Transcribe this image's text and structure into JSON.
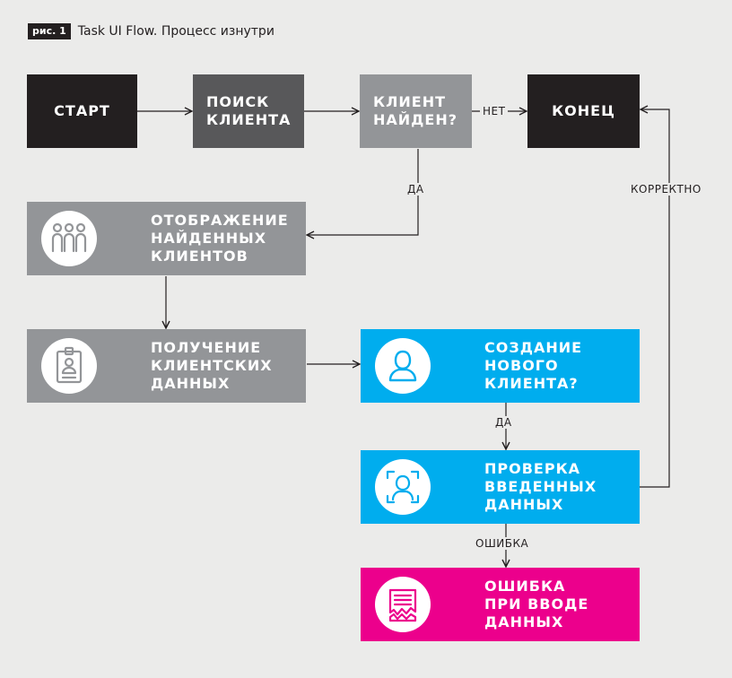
{
  "caption": {
    "tag": "рис. 1",
    "title": "Task UI Flow. Процесс изнутри"
  },
  "colors": {
    "black": "#231f20",
    "dark_gray": "#58585a",
    "gray": "#939598",
    "cyan": "#00adee",
    "magenta": "#ec008c",
    "line": "#231f20",
    "background": "#ebebea"
  },
  "nodes": {
    "start": {
      "label": "СТАРТ"
    },
    "search_client": {
      "label": "ПОИСК\nКЛИЕНТА"
    },
    "client_found": {
      "label": "КЛИЕНТ\nНАЙДЕН?"
    },
    "end": {
      "label": "КОНЕЦ"
    },
    "display_found": {
      "label": "ОТОБРАЖЕНИЕ\nНАЙДЕННЫХ\nКЛИЕНТОВ",
      "icon": "group-of-people-icon"
    },
    "get_client_data": {
      "label": "ПОЛУЧЕНИЕ\nКЛИЕНТСКИХ\nДАННЫХ",
      "icon": "id-badge-icon"
    },
    "create_client": {
      "label": "СОЗДАНИЕ\nНОВОГО\nКЛИЕНТА?",
      "icon": "user-silhouette-icon"
    },
    "check_data": {
      "label": "ПРОВЕРКА\nВВЕДЕННЫХ\nДАННЫХ",
      "icon": "face-scan-icon"
    },
    "input_error": {
      "label": "ОШИБКА\nПРИ ВВОДЕ\nДАННЫХ",
      "icon": "broken-document-icon"
    }
  },
  "edges": {
    "no": "НЕТ",
    "yes_found": "ДА",
    "correct": "КОРРЕКТНО",
    "yes_create": "ДА",
    "error": "ОШИБКА"
  }
}
